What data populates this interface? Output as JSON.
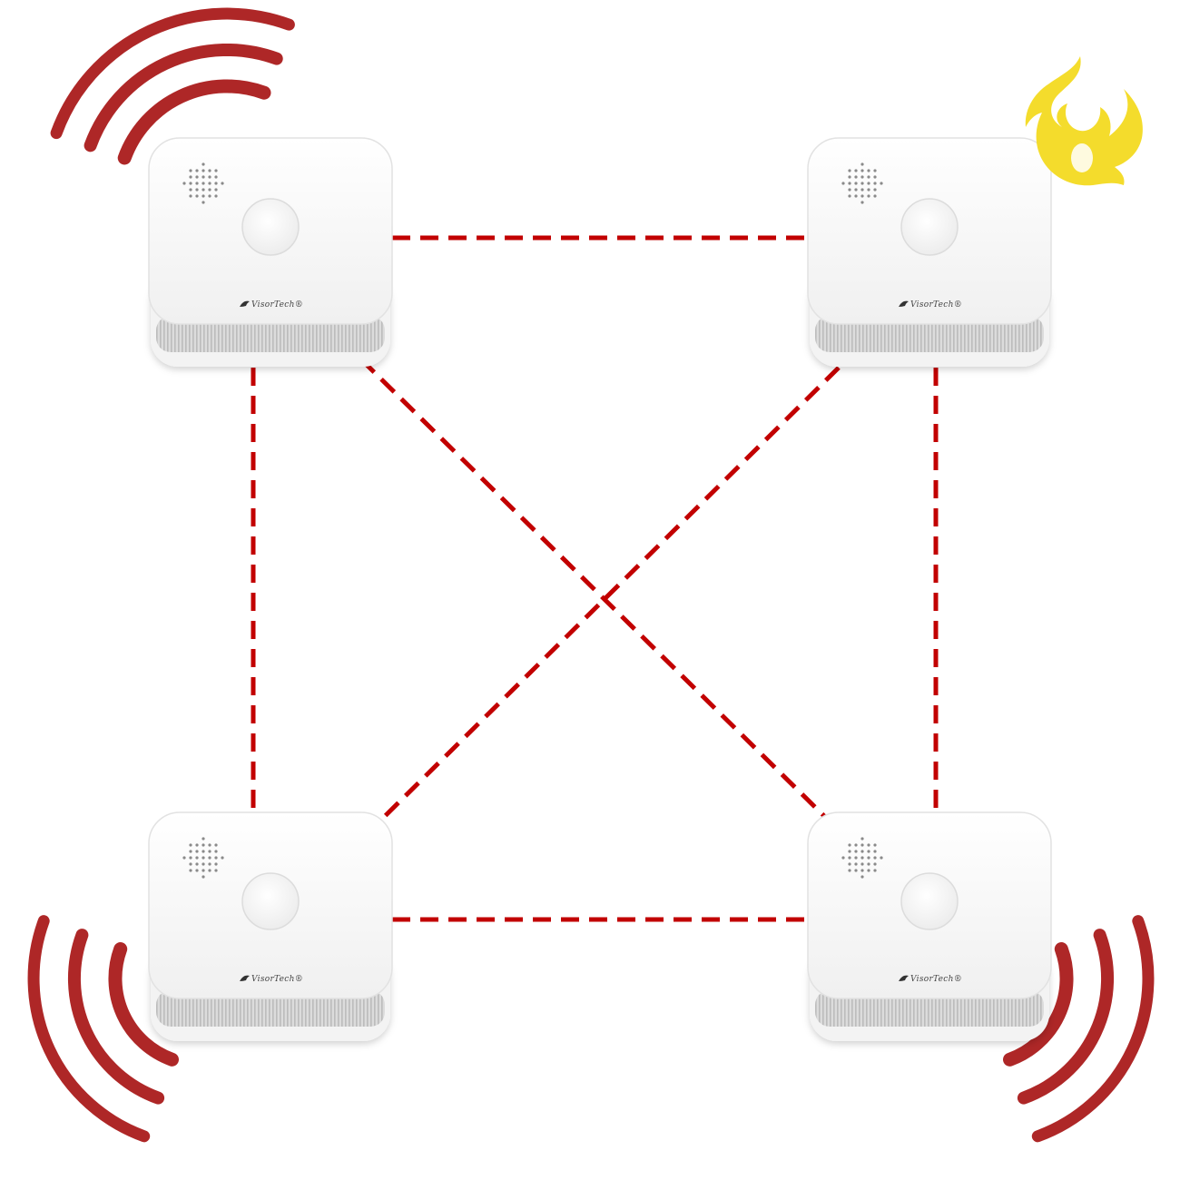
{
  "brand_text": "VisorTech®",
  "colors": {
    "link_line": "#c20000",
    "sound_wave": "#a50f0f",
    "flame": "#f4dc2c",
    "housing": "#fbfbfb",
    "vent_band": "#d6d6d6"
  },
  "detectors": [
    {
      "id": "top-left",
      "alarming": true,
      "fire": false
    },
    {
      "id": "top-right",
      "alarming": false,
      "fire": true
    },
    {
      "id": "bottom-left",
      "alarming": true,
      "fire": false
    },
    {
      "id": "bottom-right",
      "alarming": true,
      "fire": false
    }
  ],
  "connections": [
    [
      "top-left",
      "top-right"
    ],
    [
      "bottom-left",
      "bottom-right"
    ],
    [
      "top-left",
      "bottom-left"
    ],
    [
      "top-right",
      "bottom-right"
    ],
    [
      "top-left",
      "bottom-right"
    ],
    [
      "top-right",
      "bottom-left"
    ]
  ],
  "icons": {
    "alarm_wave": "sound-wave-icon",
    "fire": "flame-icon",
    "brand_logo": "bird-logo-icon"
  }
}
